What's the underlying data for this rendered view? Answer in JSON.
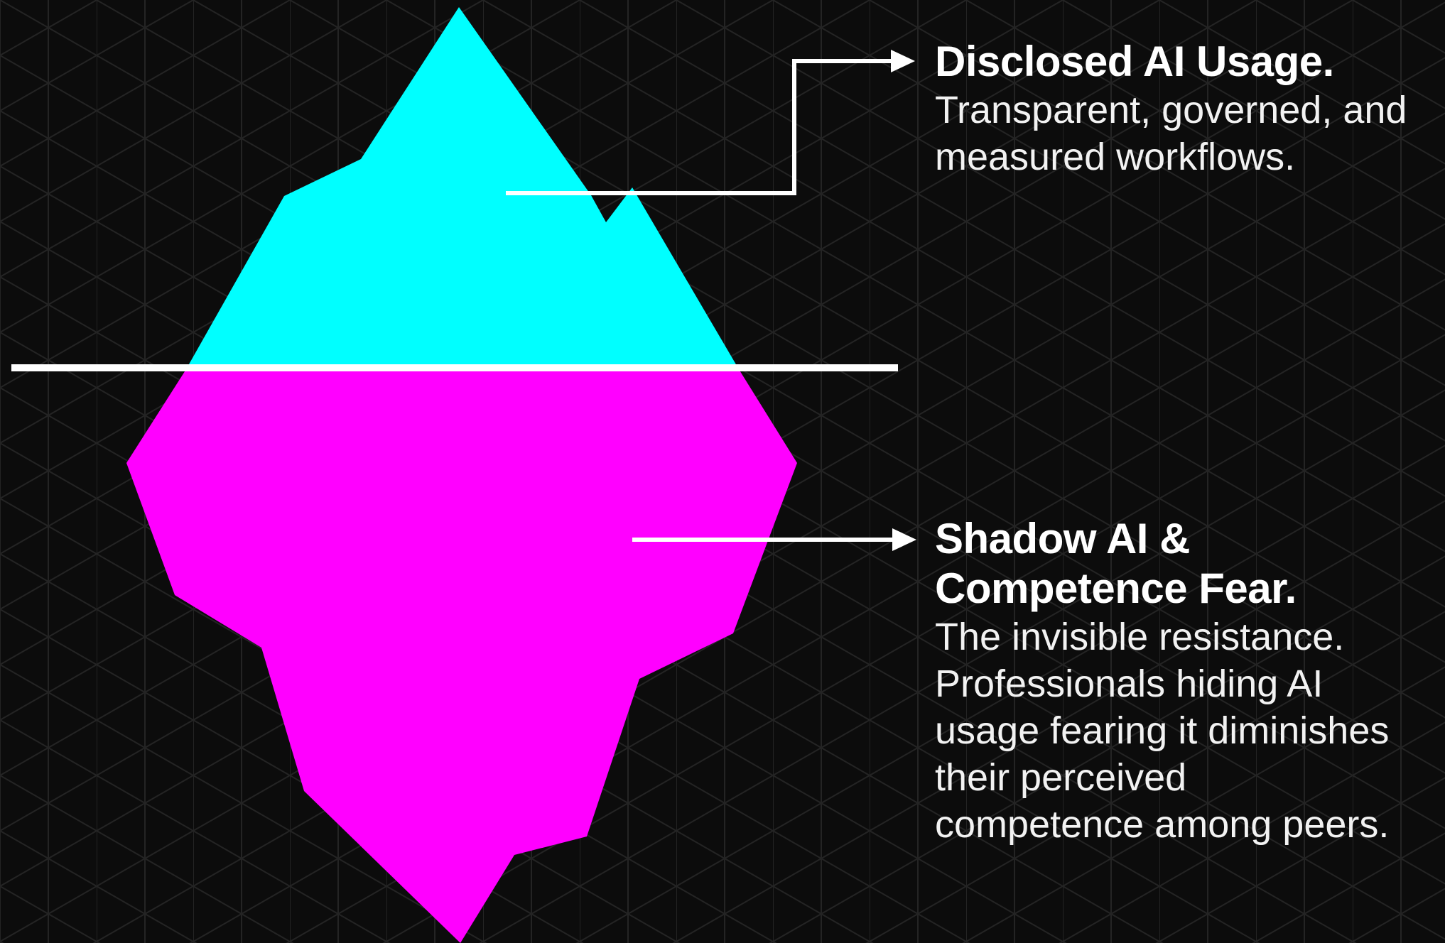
{
  "colors": {
    "background": "#0c0c0c",
    "grid_line": "#2a2a2a",
    "tip": "#00ffff",
    "submerged": "#ff00ff",
    "lines": "#ffffff"
  },
  "labels": {
    "top": {
      "title": "Disclosed AI Usage.",
      "lines": [
        "Transparent, governed, and",
        "measured workflows."
      ]
    },
    "bottom": {
      "title_lines": [
        "Shadow AI &",
        "Competence Fear."
      ],
      "lines": [
        "The invisible resistance.",
        "Professionals hiding AI",
        "usage fearing it diminishes",
        "their perceived",
        "competence among peers."
      ]
    }
  },
  "icons": {
    "top_pointer": "arrow-right-icon",
    "bottom_pointer": "arrow-right-icon"
  }
}
